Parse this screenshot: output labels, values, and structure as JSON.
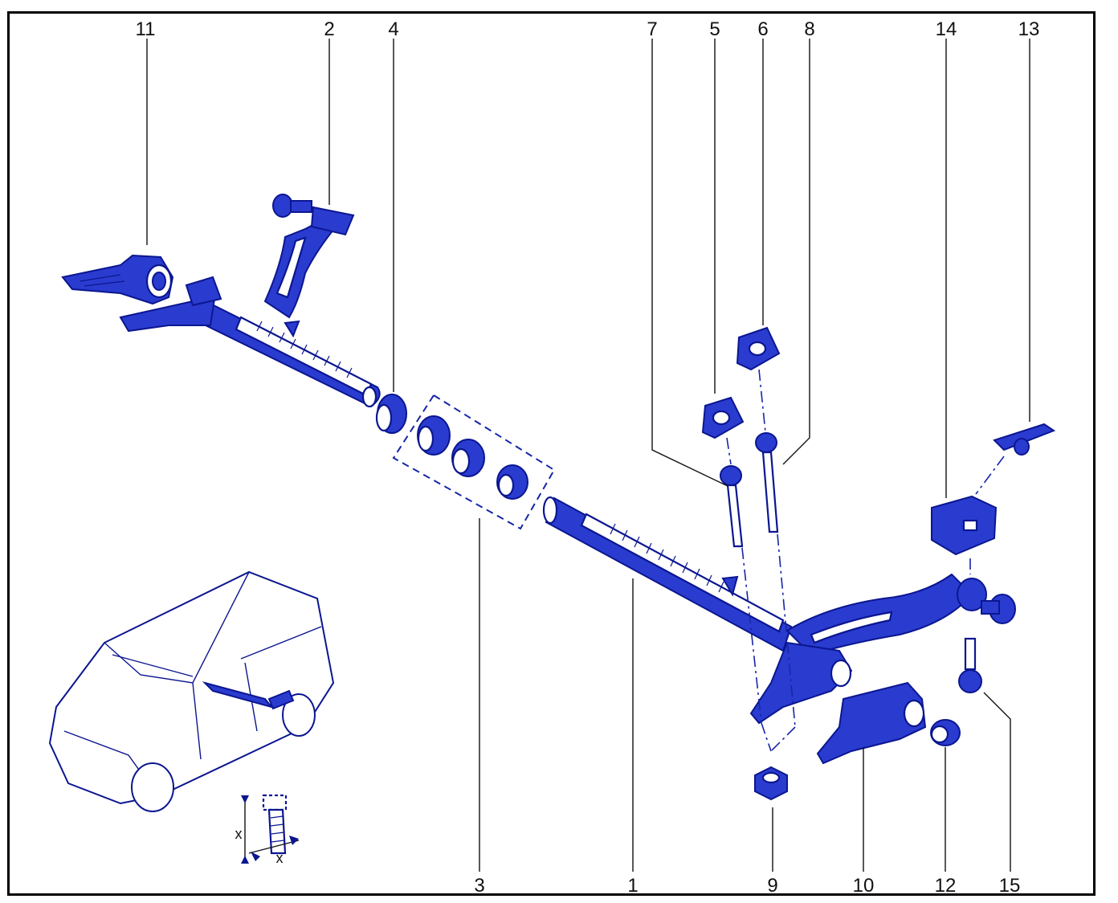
{
  "labels": {
    "l1": "1",
    "l2": "2",
    "l3": "3",
    "l4": "4",
    "l5": "5",
    "l6": "6",
    "l7": "7",
    "l8": "8",
    "l9": "9",
    "l10": "10",
    "l11": "11",
    "l12": "12",
    "l13": "13",
    "l14": "14",
    "l15": "15"
  },
  "dimension": {
    "x1": "x",
    "x2": "x"
  },
  "colors": {
    "ink": "#0b1690",
    "fill": "#2a3ccf",
    "text": "#111111",
    "frame": "#000000"
  }
}
